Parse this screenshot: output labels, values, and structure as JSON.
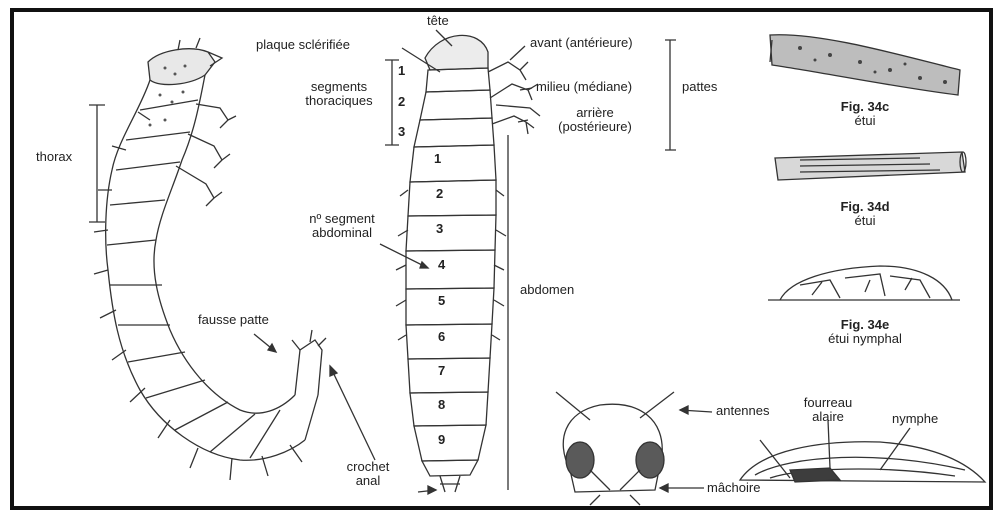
{
  "labels": {
    "tete": "tête",
    "plaque": "plaque sclérifiée",
    "segments_thor_1": "segments",
    "segments_thor_2": "thoraciques",
    "avant": "avant (antérieure)",
    "milieu": "milieu (médiane)",
    "arriere_1": "arrière",
    "arriere_2": "(postérieure)",
    "pattes": "pattes",
    "thorax": "thorax",
    "segment_abd_1": "nº segment",
    "segment_abd_2": "abdominal",
    "abdomen": "abdomen",
    "fausse_patte": "fausse patte",
    "crochet_1": "crochet",
    "crochet_2": "anal",
    "antennes": "antennes",
    "machoire": "mâchoire",
    "fourreau_1": "fourreau",
    "fourreau_2": "alaire",
    "nymphe": "nymphe"
  },
  "thoracic_numbers": [
    "1",
    "2",
    "3"
  ],
  "abdominal_numbers": [
    "1",
    "2",
    "3",
    "4",
    "5",
    "6",
    "7",
    "8",
    "9"
  ],
  "figures": [
    {
      "title": "Fig. 34c",
      "caption": "étui"
    },
    {
      "title": "Fig. 34d",
      "caption": "étui"
    },
    {
      "title": "Fig. 34e",
      "caption": "étui nymphal"
    }
  ]
}
